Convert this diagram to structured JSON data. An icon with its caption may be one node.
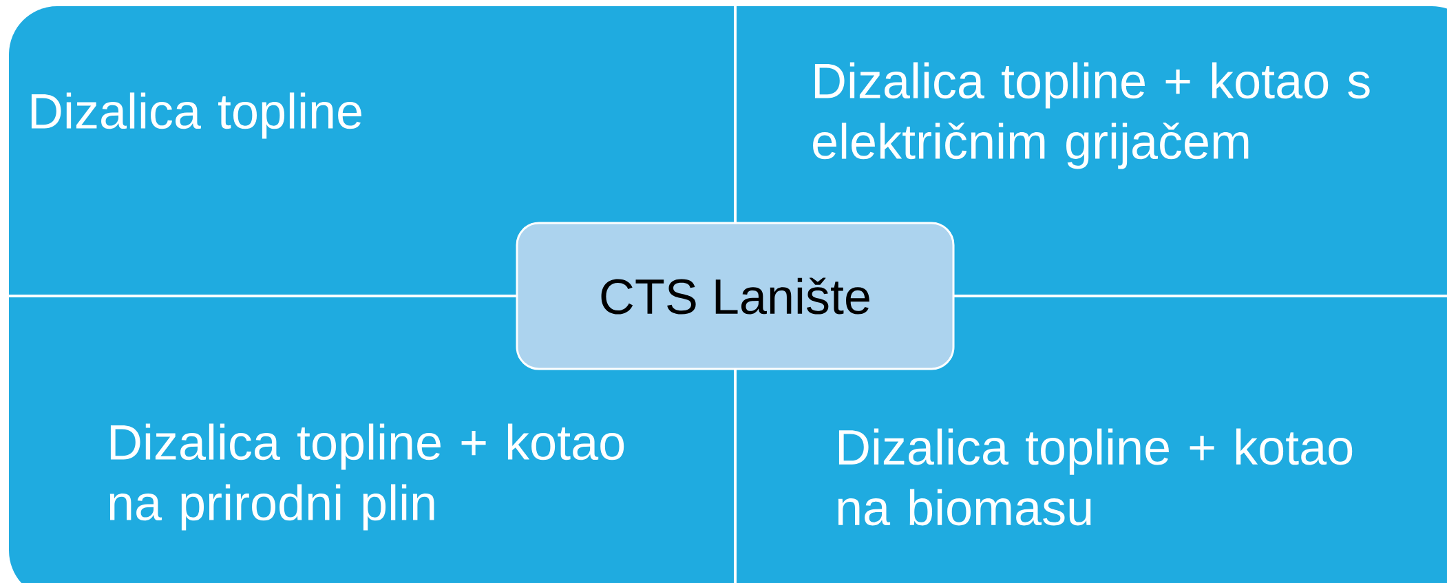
{
  "diagram": {
    "nodes": [
      {
        "text": [
          "Dizalica topline"
        ]
      },
      {
        "text": [
          "Dizalica topline + kotao s električnim grijačem"
        ]
      },
      {
        "text": [
          "CTS Lanište"
        ]
      },
      {
        "text": [
          "Dizalica topline + kotao na prirodni plin"
        ]
      },
      {
        "text": [
          "Dizalica topline + kotao na biomasu"
        ]
      }
    ]
  }
}
